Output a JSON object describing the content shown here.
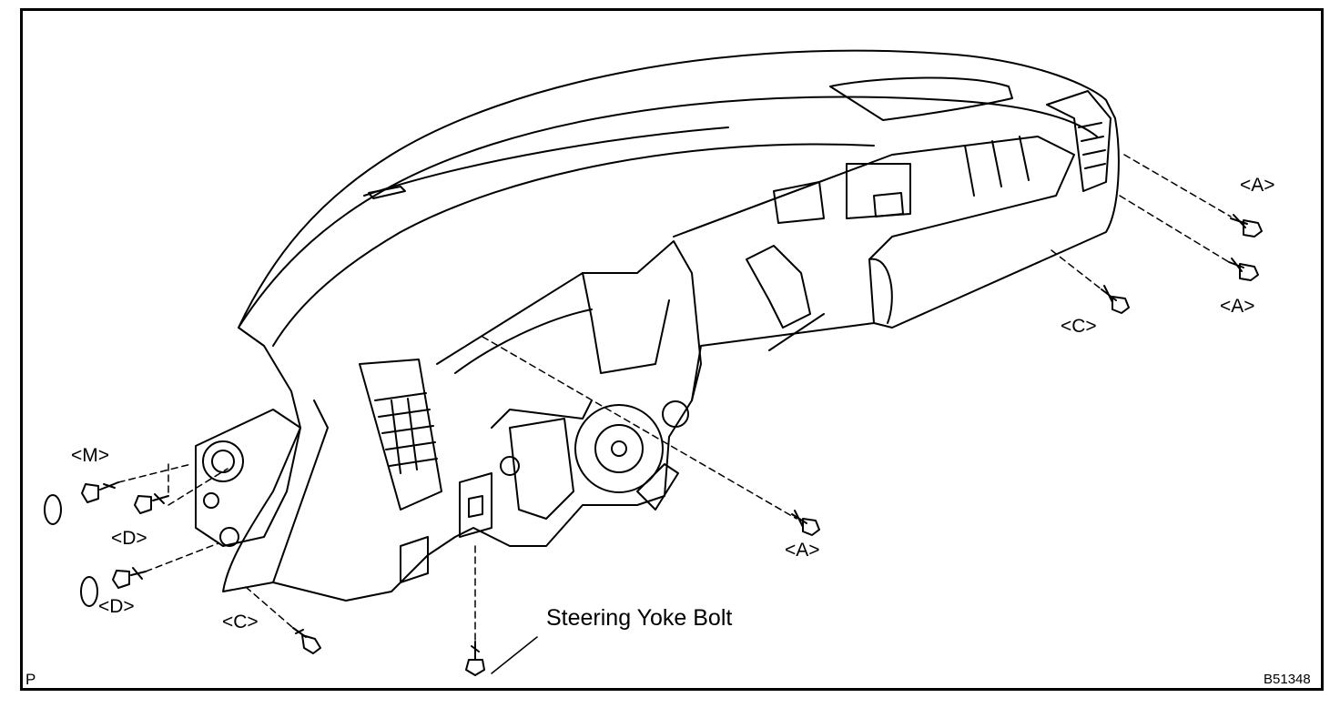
{
  "labels": {
    "a_top_right": "<A>",
    "a_mid_right": "<A>",
    "c_right": "<C>",
    "a_center": "<A>",
    "m_left": "<M>",
    "d_upper": "<D>",
    "d_lower": "<D>",
    "c_left": "<C>"
  },
  "callout": "Steering Yoke Bolt",
  "corner_mark": "P",
  "figure_code": "B51348"
}
